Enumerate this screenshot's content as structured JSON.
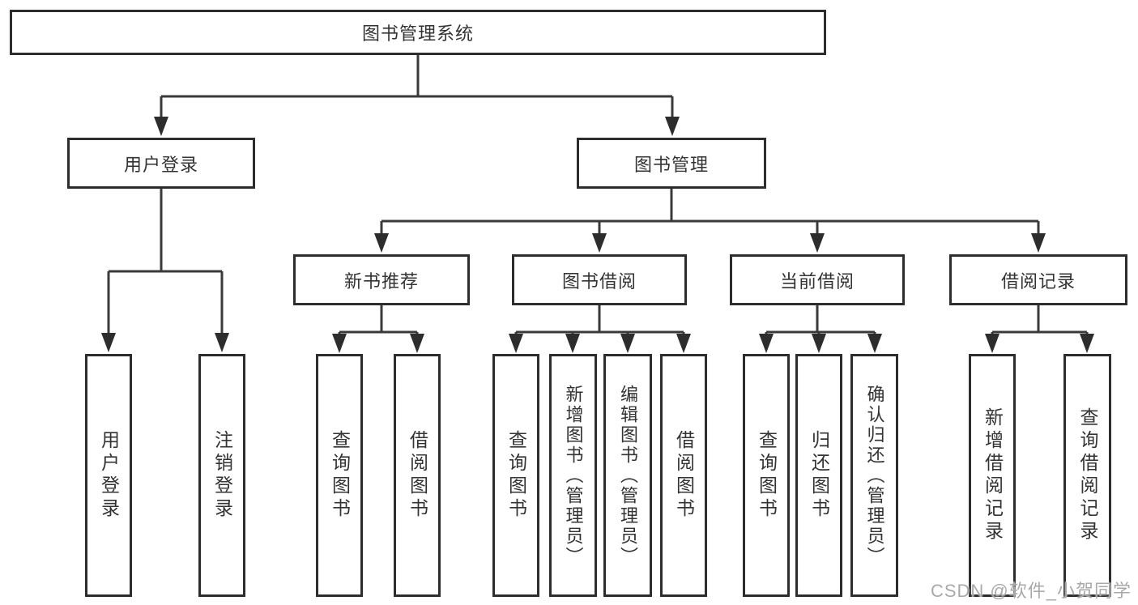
{
  "diagram": {
    "root": {
      "label": "图书管理系统"
    },
    "user_login": {
      "label": "用户登录",
      "leaves": [
        "用户登录",
        "注销登录"
      ]
    },
    "book_mgmt": {
      "label": "图书管理"
    },
    "new_book": {
      "label": "新书推荐",
      "leaves": [
        "查询图书",
        "借阅图书"
      ]
    },
    "book_borrow": {
      "label": "图书借阅",
      "leaves": [
        "查询图书",
        "新增图书（管理员）",
        "编辑图书（管理员）",
        "借阅图书"
      ]
    },
    "current_borrow": {
      "label": "当前借阅",
      "leaves": [
        "查询图书",
        "归还图书",
        "确认归还（管理员）"
      ]
    },
    "borrow_records": {
      "label": "借阅记录",
      "leaves": [
        "新增借阅记录",
        "查询借阅记录"
      ]
    }
  },
  "watermark": {
    "label": "CSDN @软件_小贺同学"
  },
  "colors": {
    "line": "#3a3a3a",
    "box_border": "#2d2d2d",
    "text": "#333333",
    "background": "#ffffff",
    "watermark": "#a9a9a9"
  }
}
